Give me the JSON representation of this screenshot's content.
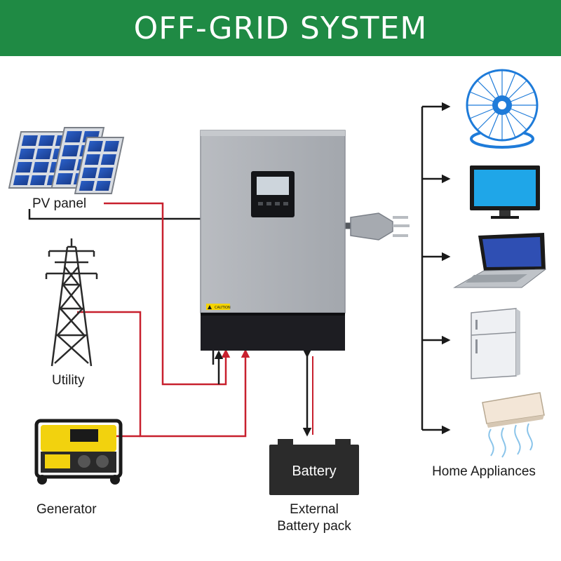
{
  "title": "OFF-GRID SYSTEM",
  "colors": {
    "banner": "#1f8a44",
    "ac_wire": "#c8202e",
    "dc_wire": "#1a1a1a",
    "inverter_body": "#a9adb3",
    "inverter_base": "#1d1d22"
  },
  "sources": [
    {
      "label": "PV panel",
      "icon": "solar-panel-icon"
    },
    {
      "label": "Utility",
      "icon": "transmission-tower-icon"
    },
    {
      "label": "Generator",
      "icon": "generator-icon"
    }
  ],
  "inverter": {
    "icon": "hybrid-inverter-icon",
    "warning_label": "CAUTION"
  },
  "battery": {
    "label": "Battery",
    "caption_line1": "External",
    "caption_line2": "Battery pack",
    "icon": "battery-icon"
  },
  "loads": {
    "label": "Home Appliances",
    "items": [
      {
        "icon": "fan-icon"
      },
      {
        "icon": "tv-icon"
      },
      {
        "icon": "laptop-icon"
      },
      {
        "icon": "refrigerator-icon"
      },
      {
        "icon": "air-conditioner-icon"
      }
    ]
  }
}
